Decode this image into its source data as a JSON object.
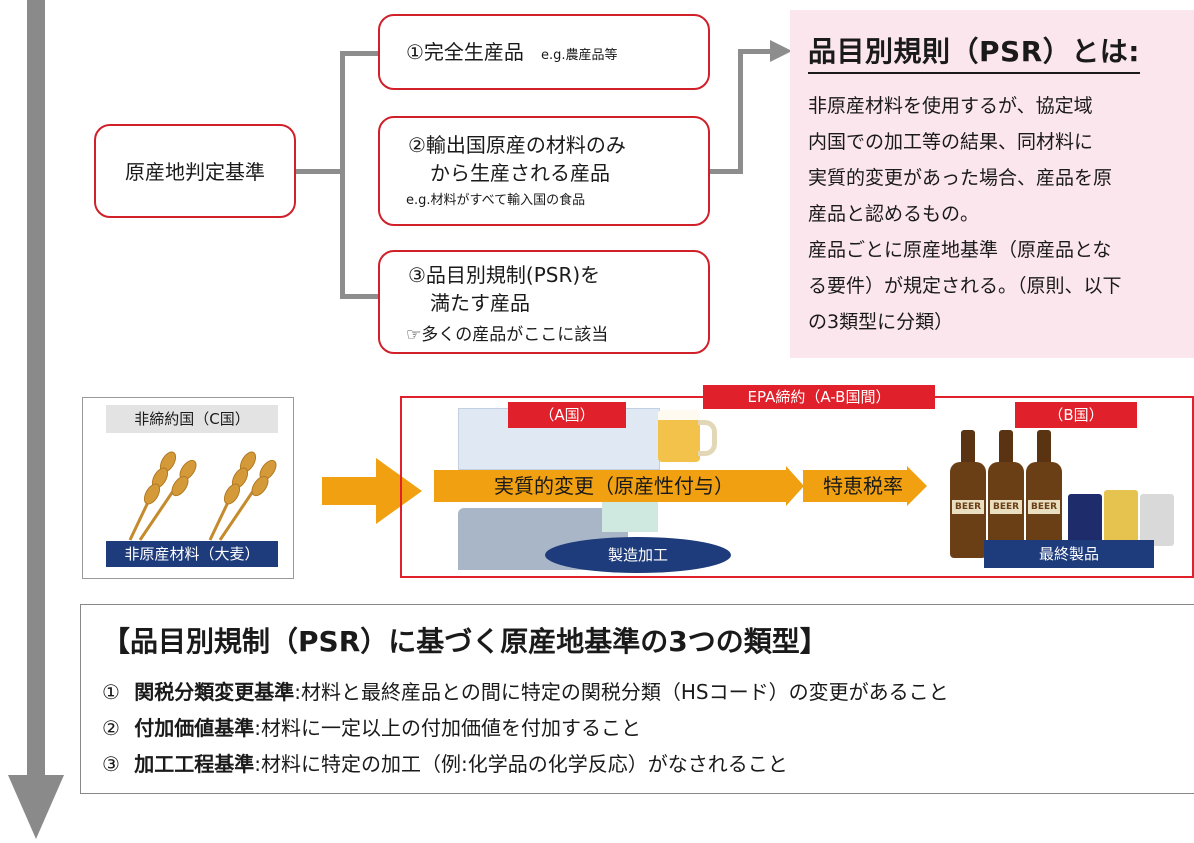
{
  "criteria": {
    "root_label": "原産地判定基準",
    "item1": {
      "title": "①完全生産品",
      "example": "e.g.農産品等"
    },
    "item2": {
      "line1": "②輸出国原産の材料のみ",
      "line2": "から生産される産品",
      "example": "e.g.材料がすべて輸入国の食品"
    },
    "item3": {
      "line1": "③品目別規制(PSR)を",
      "line2": "満たす産品",
      "note": "☞多くの産品がここに該当"
    }
  },
  "psr": {
    "title": "品目別規則（PSR）とは:",
    "body_lines": [
      "非原産材料を使用するが、協定域",
      "内国での加工等の結果、同材料に",
      "実質的変更があった場合、産品を原",
      "産品と認めるもの。",
      "産品ごとに原産地基準（原産品とな",
      "る要件）が規定される。（原則、以下",
      "の3類型に分類）"
    ]
  },
  "illustration": {
    "non_party_label": "非締約国（C国）",
    "material_label": "非原産材料（大麦）",
    "epa_label": "EPA締約（A-B国間）",
    "country_a": "（A国）",
    "country_b": "（B国）",
    "change_label": "実質的変更（原産性付与）",
    "tariff_label": "特恵税率",
    "process_label": "製造加工",
    "final_label": "最終製品",
    "beer_text": "BEER"
  },
  "types": {
    "title": "【品目別規制（PSR）に基づく原産地基準の3つの類型】",
    "rows": [
      {
        "num": "①",
        "name": "関税分類変更基準",
        "desc": ":材料と最終産品との間に特定の関税分類（HSコード）の変更があること"
      },
      {
        "num": "②",
        "name": "付加価値基準",
        "desc": ":材料に一定以上の付加価値を付加すること"
      },
      {
        "num": "③",
        "name": "加工工程基準",
        "desc": ":材料に特定の加工（例:化学品の化学反応）がなされること"
      }
    ]
  },
  "colors": {
    "accent_red": "#d0202a",
    "navy": "#1e3b7b",
    "orange_arrow": "#f0a010",
    "psr_background": "#fbe6ee",
    "connector_gray": "#8d8d8d"
  }
}
